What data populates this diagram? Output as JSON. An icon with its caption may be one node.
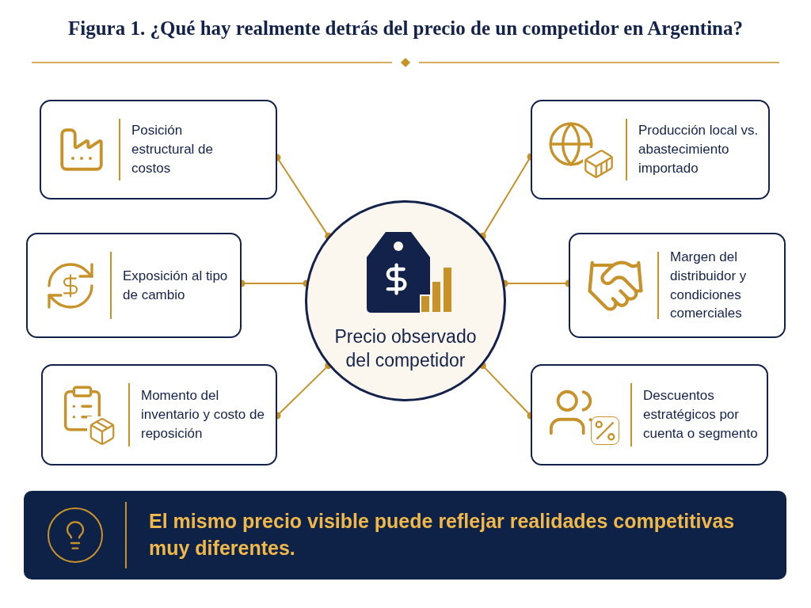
{
  "diagram": {
    "title": "Figura 1. ¿Qué hay realmente detrás del precio de un competidor en Argentina?",
    "nodes": [
      {
        "text": [
          "Posición estructural de costos"
        ]
      },
      {
        "text": [
          "Producción local vs. abastecimiento importado"
        ]
      },
      {
        "text": [
          "Exposición al tipo de cambio"
        ]
      },
      {
        "text": [
          "Precio observado del competidor"
        ]
      },
      {
        "text": [
          "Margen del distribuidor y condiciones comerciales"
        ]
      },
      {
        "text": [
          "Momento del inventario y costo de reposición"
        ]
      },
      {
        "text": [
          "Descuentos estratégicos por cuenta o segmento"
        ]
      },
      {
        "text": [
          "El mismo precio visible puede reflejar realidades competitivas muy diferentes."
        ]
      }
    ],
    "edges": [
      {
        "from": 0,
        "to": 3,
        "arrow": "other"
      },
      {
        "from": 1,
        "to": 3,
        "arrow": "other"
      },
      {
        "from": 2,
        "to": 3,
        "arrow": "other"
      },
      {
        "from": 4,
        "to": 3,
        "arrow": "other"
      },
      {
        "from": 5,
        "to": 3,
        "arrow": "other"
      },
      {
        "from": 6,
        "to": 3,
        "arrow": "other"
      }
    ]
  }
}
